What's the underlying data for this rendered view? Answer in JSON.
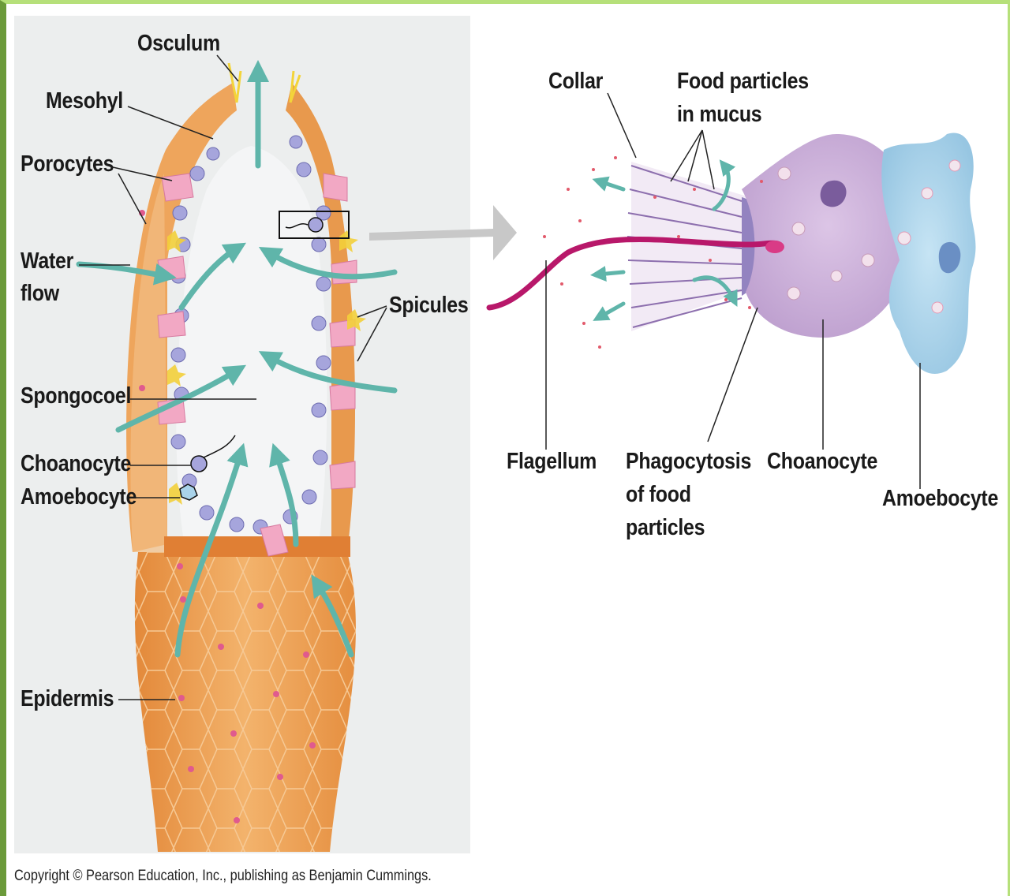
{
  "labels": {
    "osculum": "Osculum",
    "mesohyl": "Mesohyl",
    "porocytes": "Porocytes",
    "water_flow_1": "Water",
    "water_flow_2": "flow",
    "spicules": "Spicules",
    "spongocoel": "Spongocoel",
    "choanocyte_left": "Choanocyte",
    "amoebocyte_left": "Amoebocyte",
    "epidermis": "Epidermis",
    "collar": "Collar",
    "food_particles_1": "Food particles",
    "food_particles_2": "in mucus",
    "flagellum": "Flagellum",
    "phagocytosis_1": "Phagocytosis",
    "phagocytosis_2": "of food",
    "phagocytosis_3": "particles",
    "choanocyte_right": "Choanocyte",
    "amoebocyte_right": "Amoebocyte"
  },
  "copyright": "Copyright © Pearson Education, Inc., publishing as Benjamin Cummings.",
  "colors": {
    "frame_left": "#6b9a3a",
    "frame_top": "#b6e07a",
    "panel_bg": "#eceeee",
    "body_orange": "#efa55a",
    "water_arrow": "#5fb5aa",
    "choanocyte_cell": "#c9a9d6",
    "amoebocyte_cell": "#a9d3ea",
    "flagellum": "#b8186a"
  }
}
